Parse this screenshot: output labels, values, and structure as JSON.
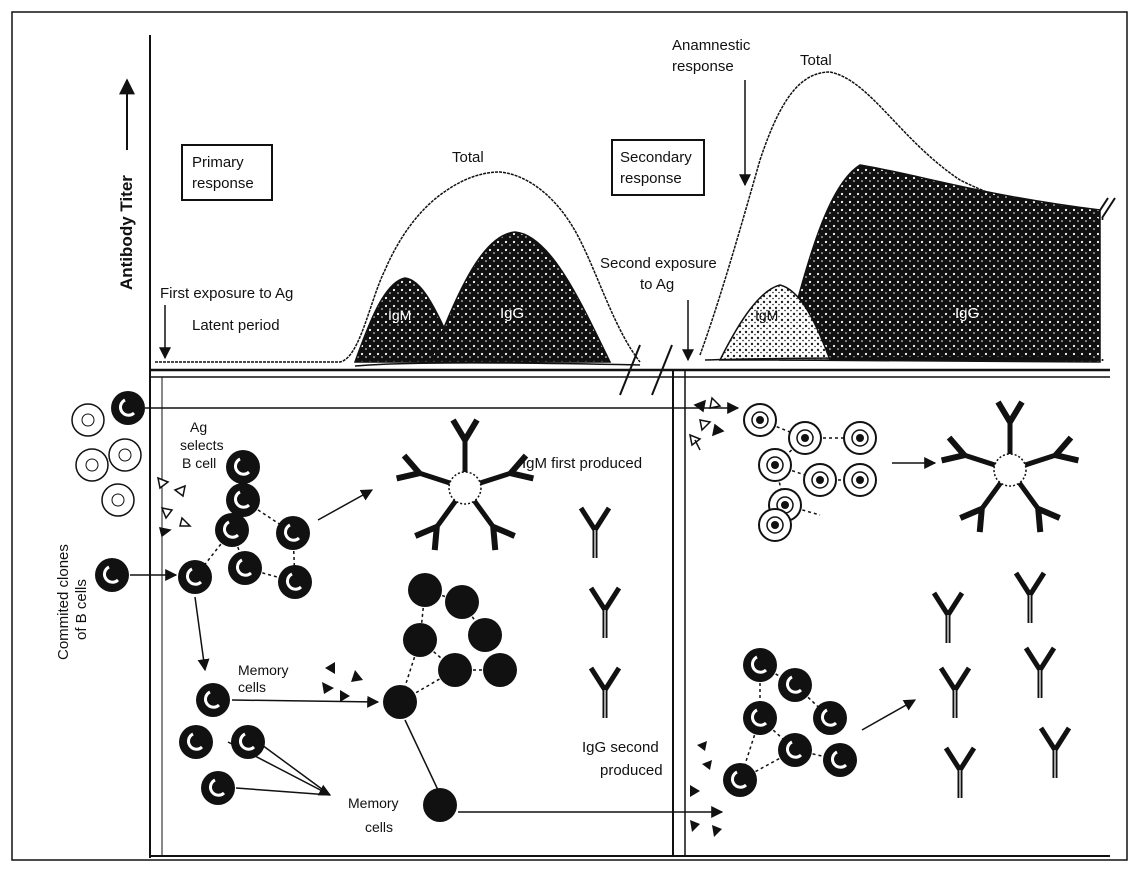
{
  "labels": {
    "y_axis": "Antibody Titer",
    "committed_clones": [
      "Commited clones",
      "of B cells"
    ],
    "primary_box": [
      "Primary",
      "response"
    ],
    "secondary_box": [
      "Secondary",
      "response"
    ],
    "anamnestic": [
      "Anamnestic",
      "response"
    ],
    "total_primary": "Total",
    "total_secondary": "Total",
    "first_exposure": "First exposure to Ag",
    "latent_period": "Latent period",
    "second_exposure": [
      "Second exposure",
      "to Ag"
    ],
    "igm_primary": "IgM",
    "igg_primary": "IgG",
    "igm_secondary": "IgM",
    "igg_secondary": "IgG",
    "ag_selects": [
      "Ag",
      "selects",
      "B cell"
    ],
    "igm_first": "IgM first produced",
    "memory_cells_1": [
      "Memory",
      "cells"
    ],
    "memory_cells_2": [
      "Memory",
      "cells"
    ],
    "igg_second": [
      "IgG second",
      "produced"
    ]
  }
}
